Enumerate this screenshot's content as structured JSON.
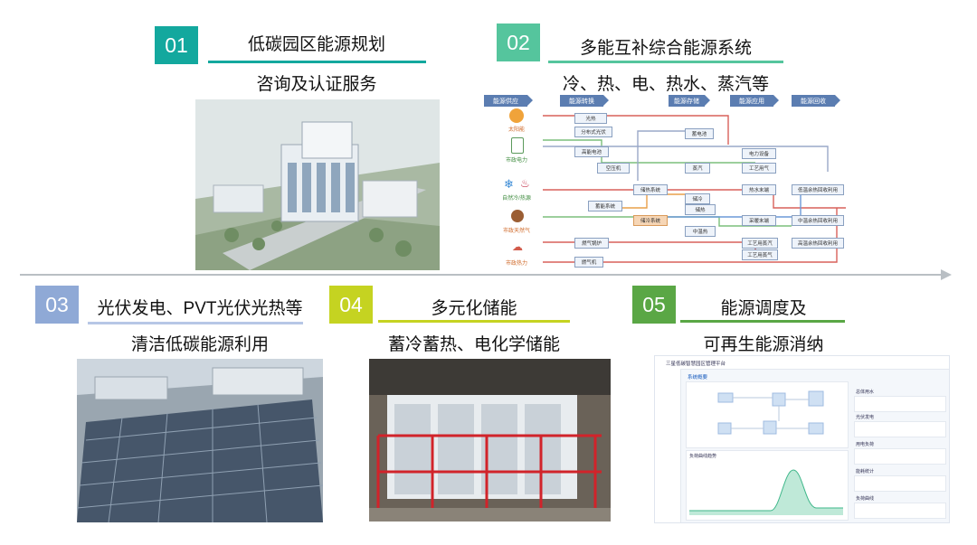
{
  "sections": [
    {
      "num": "01",
      "title": "低碳园区能源规划",
      "subtitle": "咨询及认证服务",
      "color": "#13a89e",
      "line": "#13a89e"
    },
    {
      "num": "02",
      "title": "多能互补综合能源系统",
      "subtitle": "冷、热、电、热水、蒸汽等",
      "color": "#55c59d",
      "line": "#55c59d"
    },
    {
      "num": "03",
      "title": "光伏发电、PVT光伏光热等",
      "subtitle": "清洁低碳能源利用",
      "color": "#8fa9d6",
      "line": "#b7c7e6"
    },
    {
      "num": "04",
      "title": "多元化储能",
      "subtitle": "蓄冷蓄热、电化学储能",
      "color": "#c5d321",
      "line": "#c5d321"
    },
    {
      "num": "05",
      "title": "能源调度及",
      "subtitle": "可再生能源消纳",
      "color": "#5aa745",
      "line": "#5aa745"
    }
  ],
  "diagram": {
    "stages": [
      "能源供应",
      "能源转换",
      "能源存储",
      "能源应用",
      "能源回收"
    ],
    "sources": [
      "太阳能",
      "市政电力",
      "自然冷/热源",
      "市政天然气",
      "市政热力"
    ],
    "nodes": {
      "n1": "光热",
      "n2": "分布式光伏",
      "n3": "高能电池",
      "n4": "空压机",
      "n5": "蓄能系统",
      "n6": "燃气锅炉",
      "n7": "燃气机",
      "n8": "储热系统",
      "n9": "储冷系统",
      "n10": "蓄电池",
      "n11": "储冷",
      "n12": "储热",
      "n13": "中温热",
      "n14": "电力设备",
      "n15": "工艺用气",
      "n16": "热水末端",
      "n17": "采暖末端",
      "n18": "工艺用蒸汽",
      "n19": "工艺用蒸气",
      "n20": "蒸汽",
      "n21": "低温余热回收利用",
      "n22": "中温余热回收利用",
      "n23": "高温余热回收利用"
    }
  },
  "dashboard": {
    "title": "三星低碳智慧园区管理平台",
    "tab": "系统概要",
    "panel1": "总体用水",
    "panel2": "光伏发电",
    "panel3": "用电负荷",
    "panel4": "能耗统计",
    "panel5": "负荷曲线",
    "chart_label": "负荷曲线趋势"
  }
}
